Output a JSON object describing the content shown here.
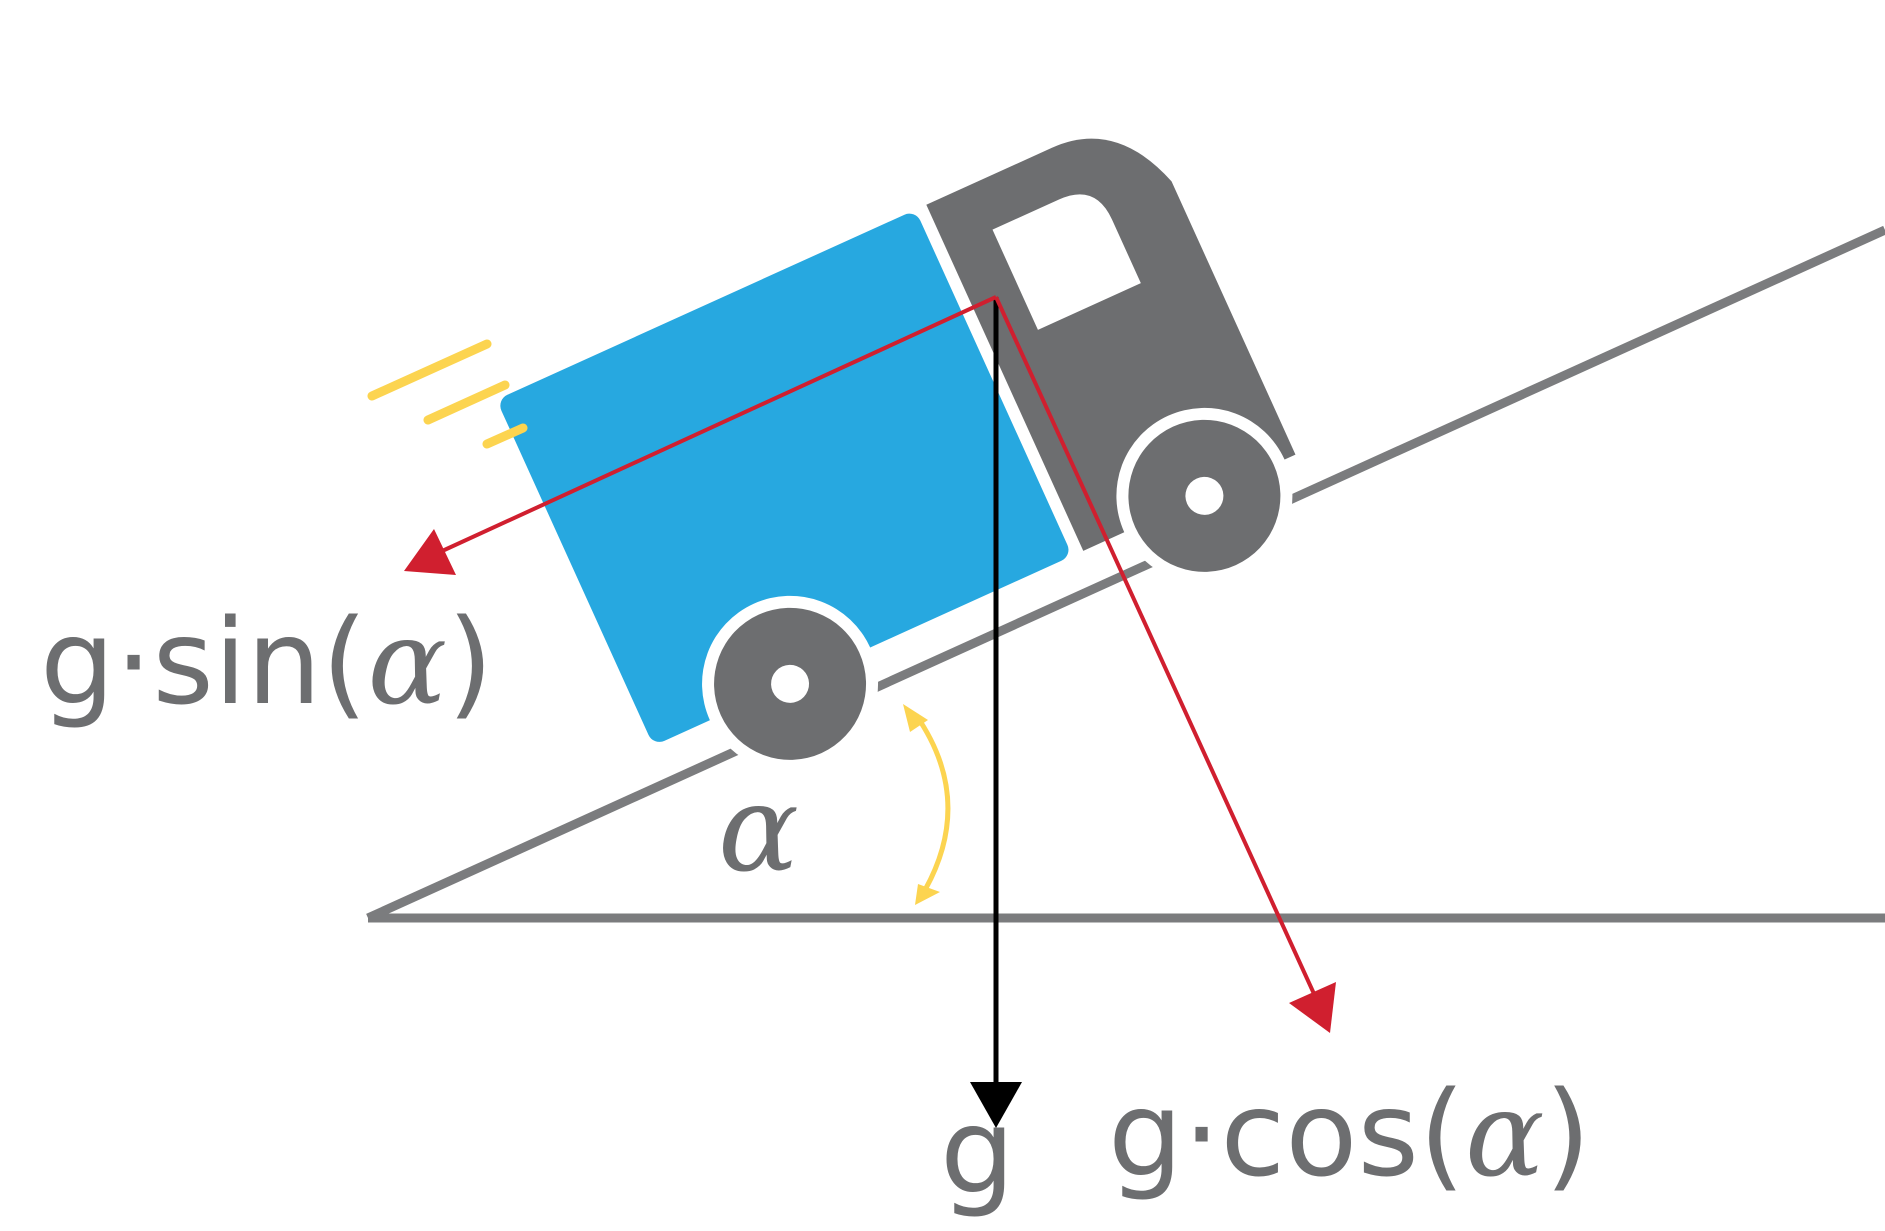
{
  "labels": {
    "gravity": "g",
    "parallel_prefix": "g·sin(",
    "parallel_symbol": "α",
    "parallel_suffix": ")",
    "perpendicular_prefix": "g·cos(",
    "perpendicular_symbol": "α",
    "perpendicular_suffix": ")",
    "angle": "α"
  },
  "colors": {
    "truck_body": "#27a8e0",
    "truck_cab": "#6d6e70",
    "incline": "#7b7c7e",
    "gravity_arrow": "#000000",
    "component_arrows": "#d01f2f",
    "angle_marker": "#fcd450",
    "text": "#6d6e70"
  }
}
